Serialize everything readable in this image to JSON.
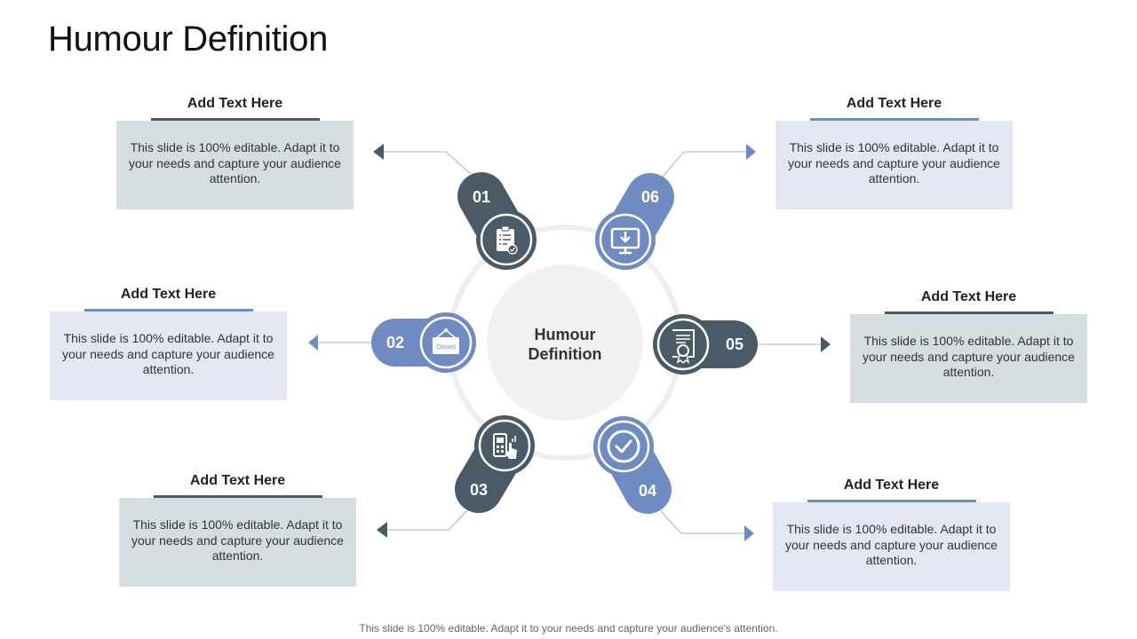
{
  "title": "Humour Definition",
  "center": {
    "line1": "Humour",
    "line2": "Definition"
  },
  "items": [
    {
      "number": "01",
      "heading": "Add  Text Here",
      "text": "This slide is 100% editable.  Adapt it to your  needs and capture your audience attention.",
      "icon": "clipboard-checklist-icon"
    },
    {
      "number": "02",
      "heading": "Add  Text Here",
      "text": "This slide is 100% editable.  Adapt it to your  needs and capture your audience attention.",
      "icon": "closed-sign-icon",
      "icon_label": "Closed"
    },
    {
      "number": "03",
      "heading": "Add  Text Here",
      "text": "This slide is 100% editable.  Adapt it to your  needs and capture your audience attention.",
      "icon": "hand-tapping-tablet-icon"
    },
    {
      "number": "04",
      "heading": "Add  Text Here",
      "text": "This slide is 100% editable.  Adapt it to your  needs and capture your audience attention.",
      "icon": "checkmark-circle-icon"
    },
    {
      "number": "05",
      "heading": "Add  Text Here",
      "text": "This slide is 100% editable.  Adapt it to your  needs and capture your audience attention.",
      "icon": "certificate-award-icon"
    },
    {
      "number": "06",
      "heading": "Add  Text Here",
      "text": "This slide is 100% editable.  Adapt it to your  needs and capture your audience attention.",
      "icon": "monitor-download-icon"
    }
  ],
  "footer": "This slide is 100% editable. Adapt it to your needs and capture your audience's attention.",
  "colors": {
    "dark": "#4b5a67",
    "blue": "#6f8bc2",
    "grey_box": "#d6dde1",
    "blue_box": "#e2e7f2",
    "center": "#f1f1f1",
    "ring": "#eeeeee"
  }
}
